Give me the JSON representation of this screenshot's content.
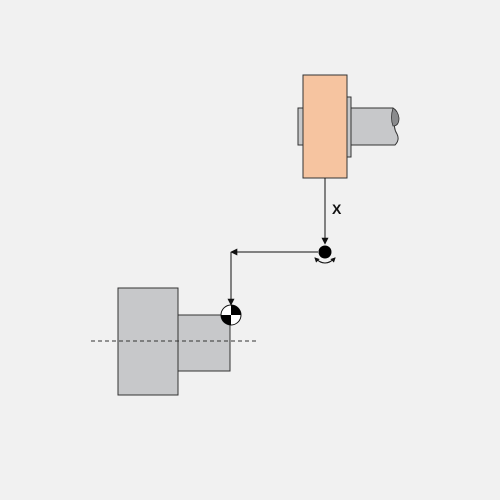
{
  "diagram": {
    "x_axis_label": "X"
  },
  "colors": {
    "background": "#f1f1f1",
    "wheel_fill": "#f6c4a0",
    "part_fill": "#c7c8ca",
    "stroke": "#333333",
    "marker": "#000000"
  },
  "icons": {
    "rotation_marker": "filled-circle-with-rotation-arrows",
    "reference_point": "quartered-datum-target"
  }
}
